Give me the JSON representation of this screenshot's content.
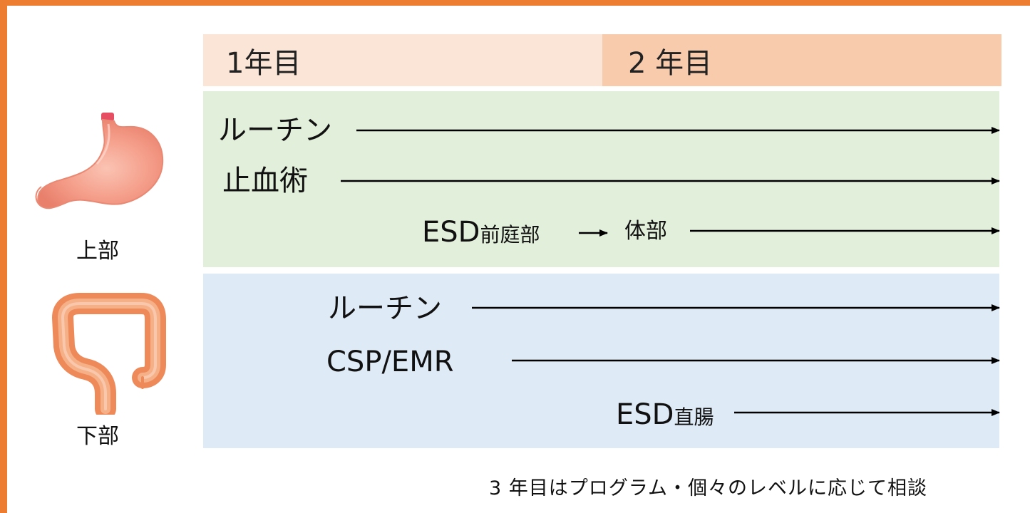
{
  "header": {
    "year1": "1年目",
    "year2": "2 年目"
  },
  "upper": {
    "label": "上部",
    "icon": "stomach-icon",
    "items": [
      {
        "text": "ルーチン"
      },
      {
        "text": "止血術"
      },
      {
        "text_main": "ESD",
        "text_small": "前庭部",
        "text_after": "体部"
      }
    ]
  },
  "lower": {
    "label": "下部",
    "icon": "colon-icon",
    "items": [
      {
        "text": "ルーチン"
      },
      {
        "text": "CSP/EMR"
      },
      {
        "text_main": "ESD",
        "text_small": "直腸"
      }
    ]
  },
  "footnote": "3 年目はプログラム・個々のレベルに応じて相談",
  "colors": {
    "frame": "#ED7D31",
    "year1_bg": "#FBE5D6",
    "year2_bg": "#F8CBAD",
    "upper_bg": "#E2EFDA",
    "lower_bg": "#DEEAF6"
  }
}
